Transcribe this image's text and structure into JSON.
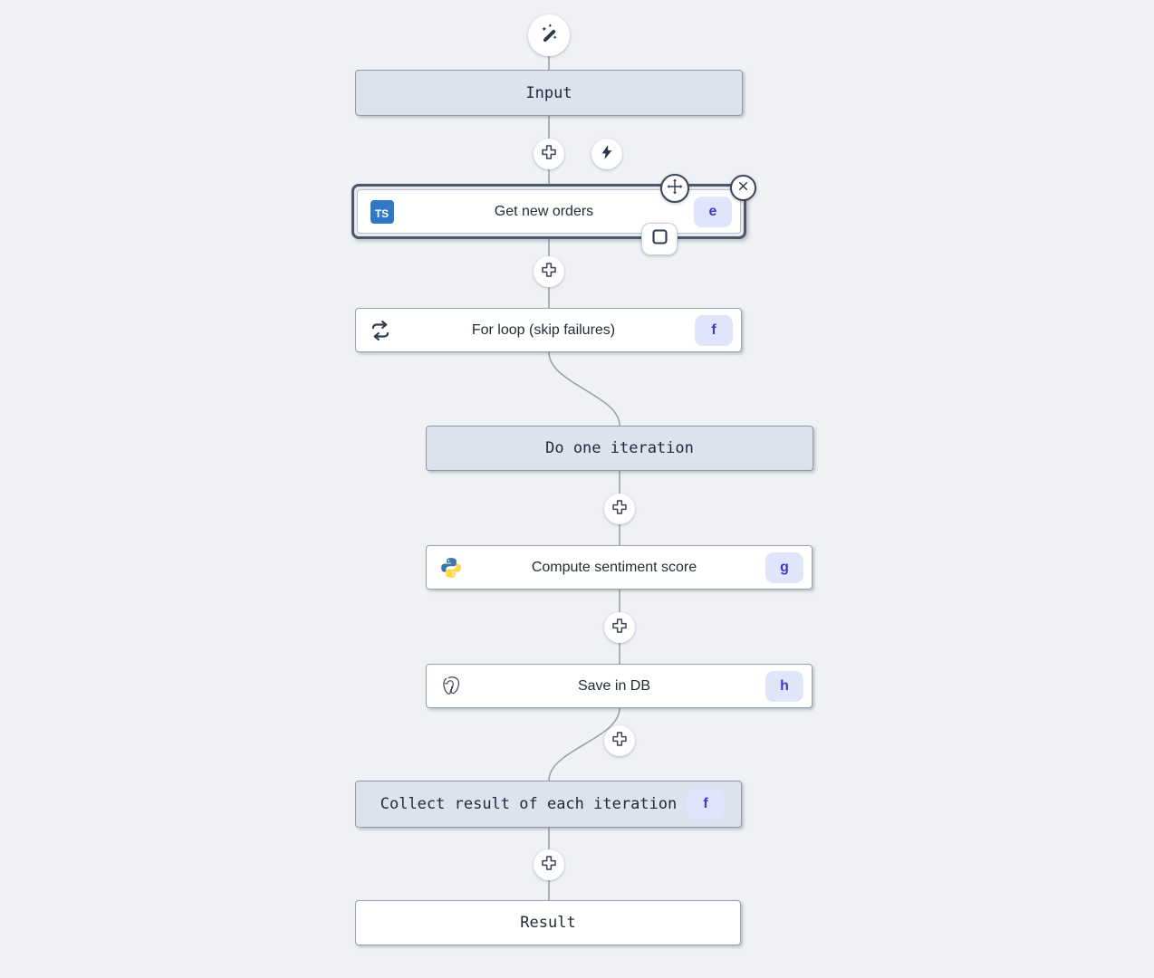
{
  "app": {
    "view": "flow-editor-canvas"
  },
  "colors": {
    "canvas_bg": "#eff1f5",
    "virtual_node_bg": "#dce3ee",
    "node_border": "#99a1ab",
    "selected_border": "#4d5868",
    "edge": "#99a1ab",
    "badge_bg": "#e1e5fc",
    "badge_text": "#4338ca",
    "typescript_blue": "#3178c6",
    "python_blue": "#3a76aa",
    "python_yellow": "#ffd845",
    "icon_dark": "#2f3a4d"
  },
  "trigger": {
    "icon": "magic-wand-icon"
  },
  "insert_controls": {
    "plus_icon": "plus-icon",
    "bolt_icon": "lightning-bolt-icon"
  },
  "selected_controls": {
    "move_icon": "move-icon",
    "close_icon": "close-icon",
    "stop_icon": "stop-square-icon"
  },
  "ts_logo_text": "TS",
  "nodes": [
    {
      "id": "input",
      "label": "Input",
      "kind": "virtual"
    },
    {
      "id": "get_new_orders",
      "label": "Get new orders",
      "badge": "e",
      "icon": "typescript-icon",
      "selected": true
    },
    {
      "id": "for_loop",
      "label": "For loop (skip failures)",
      "badge": "f",
      "icon": "loop-icon"
    },
    {
      "id": "do_one_iteration",
      "label": "Do one iteration",
      "kind": "virtual"
    },
    {
      "id": "compute_sentiment_score",
      "label": "Compute sentiment score",
      "badge": "g",
      "icon": "python-icon"
    },
    {
      "id": "save_in_db",
      "label": "Save in DB",
      "badge": "h",
      "icon": "postgresql-icon"
    },
    {
      "id": "collect_result",
      "label": "Collect result of each iteration",
      "badge": "f",
      "kind": "virtual"
    },
    {
      "id": "result",
      "label": "Result",
      "kind": "virtual-white"
    }
  ]
}
